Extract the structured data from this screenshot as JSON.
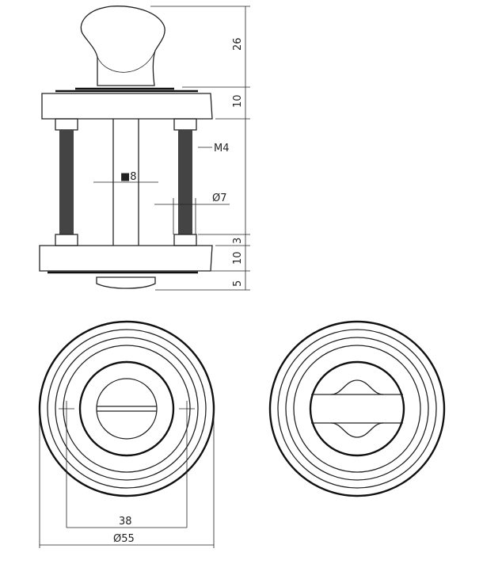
{
  "title": "Bathroom turn and release technical drawing",
  "side_view": {
    "dimensions": {
      "knob_height": "26",
      "top_rose_height": "10",
      "screw_thread": "M4",
      "spindle": "■8",
      "screw_diameter": "Ø7",
      "screw_offset": "3",
      "bottom_rose_height": "10",
      "release_height": "5"
    }
  },
  "front_views": {
    "release_view": {
      "fixing_distance": "38",
      "diameter": "Ø55"
    },
    "turn_view": {}
  }
}
